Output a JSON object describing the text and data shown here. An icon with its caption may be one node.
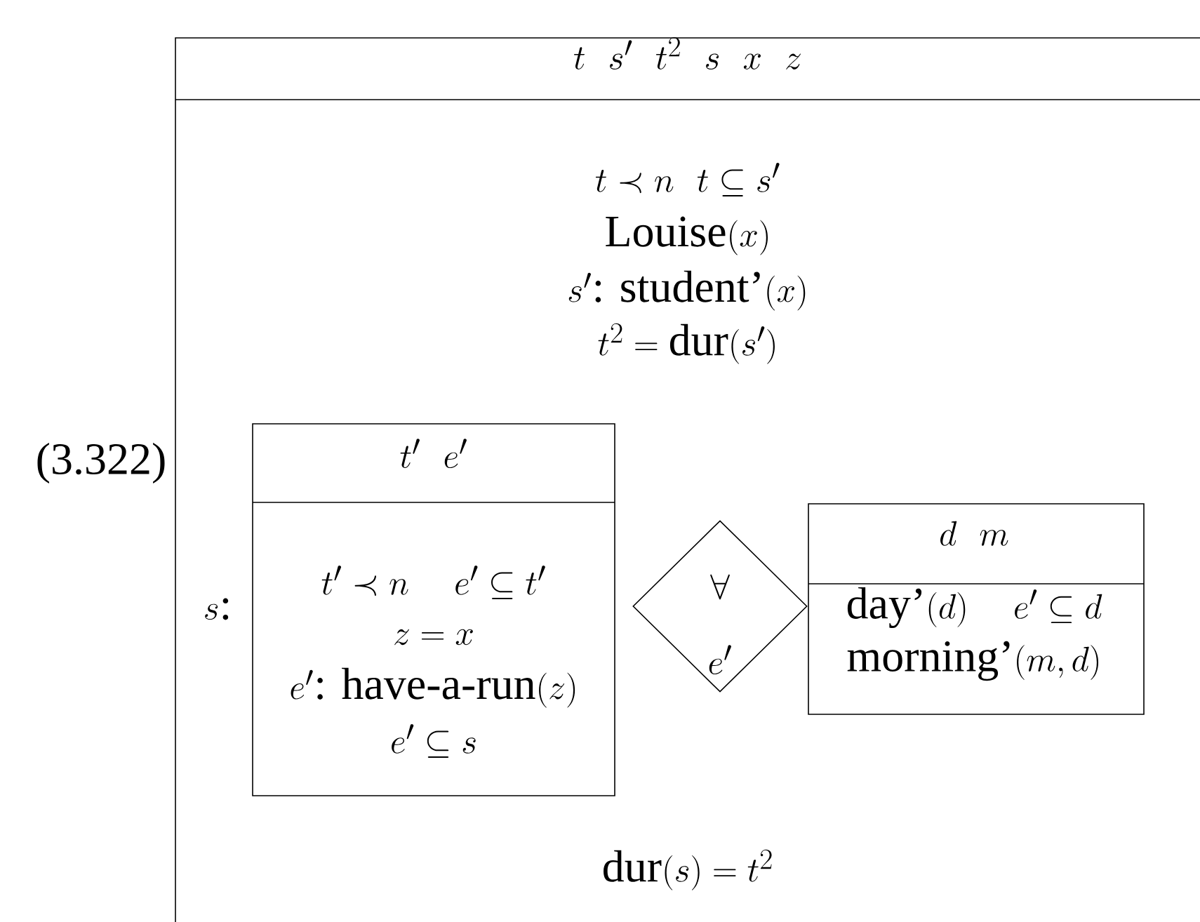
{
  "diagram": {
    "nodes": [
      {
        "text": [
          "t~~s'~~t^2~~s~~x~~z",
          "t\\prec n~~t\\subseteq s'",
          "\\text{Louise}(x)",
          "s'\\text{: student'}(x)",
          "t^2=\\text{dur}(s')",
          "\\text{dur}(s)=t^2"
        ]
      },
      {
        "text": [
          "t'~~e'",
          "t'\\prec n\\quad e'\\subseteq t'",
          "z=x",
          "e'\\text{: have-a-run}(z)",
          "e'\\subseteq s"
        ],
        "beside": [
          "s\\text{:}"
        ],
        "in": 0
      },
      {
        "text": [
          "\\forall",
          "e'"
        ],
        "in": 0
      },
      {
        "text": [
          "d~~m",
          "\\text{day'}(d)\\quad e'\\subseteq d",
          "\\text{morning'}(m,d)"
        ],
        "in": 0
      }
    ],
    "labels": [
      "(3.322)"
    ]
  }
}
